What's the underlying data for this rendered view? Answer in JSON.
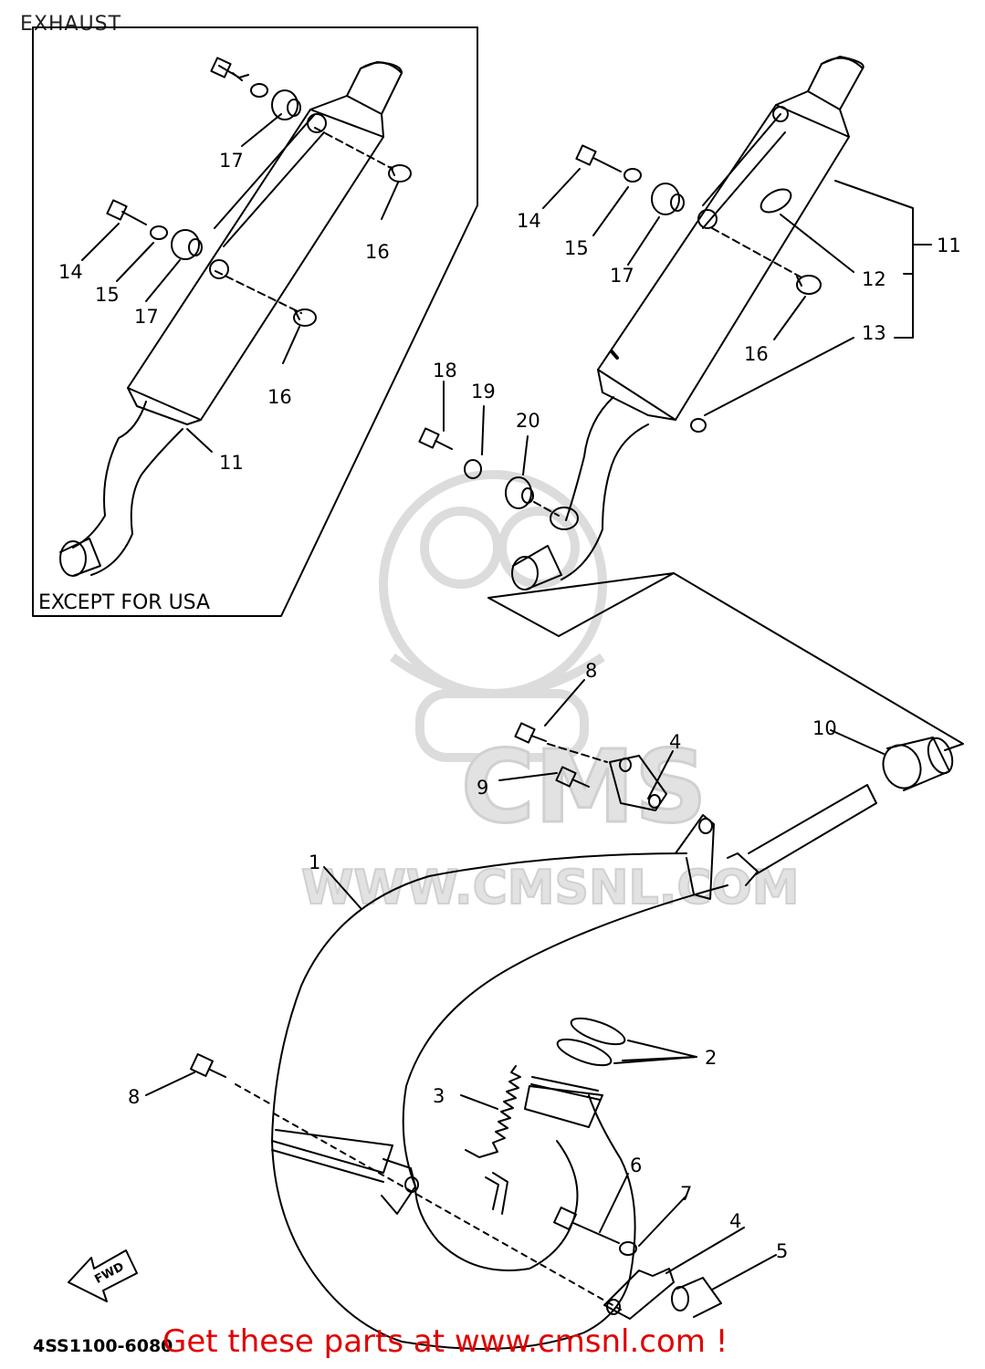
{
  "title": "EXHAUST",
  "inset_label": "EXCEPT FOR USA",
  "diagram_code": "4SS1100-6080",
  "promo": "Get these parts at www.cmsnl.com !",
  "watermark": {
    "brand": "CMS",
    "url": "WWW.CMSNL.COM"
  },
  "fwd_label": "FWD",
  "callouts": {
    "inset_17a": "17",
    "inset_16a": "16",
    "inset_14": "14",
    "inset_15": "15",
    "inset_17b": "17",
    "inset_16b": "16",
    "inset_11": "11",
    "m14": "14",
    "m15": "15",
    "m17": "17",
    "m11": "11",
    "m12": "12",
    "m16": "16",
    "m13": "13",
    "m18": "18",
    "m19": "19",
    "m20": "20",
    "p8a": "8",
    "p4a": "4",
    "p9": "9",
    "p10": "10",
    "p1": "1",
    "p2": "2",
    "p3": "3",
    "p8b": "8",
    "p6": "6",
    "p7": "7",
    "p4b": "4",
    "p5": "5"
  },
  "colors": {
    "line": "#000000",
    "promo": "#e00000",
    "watermark": "#dcdcdc"
  }
}
